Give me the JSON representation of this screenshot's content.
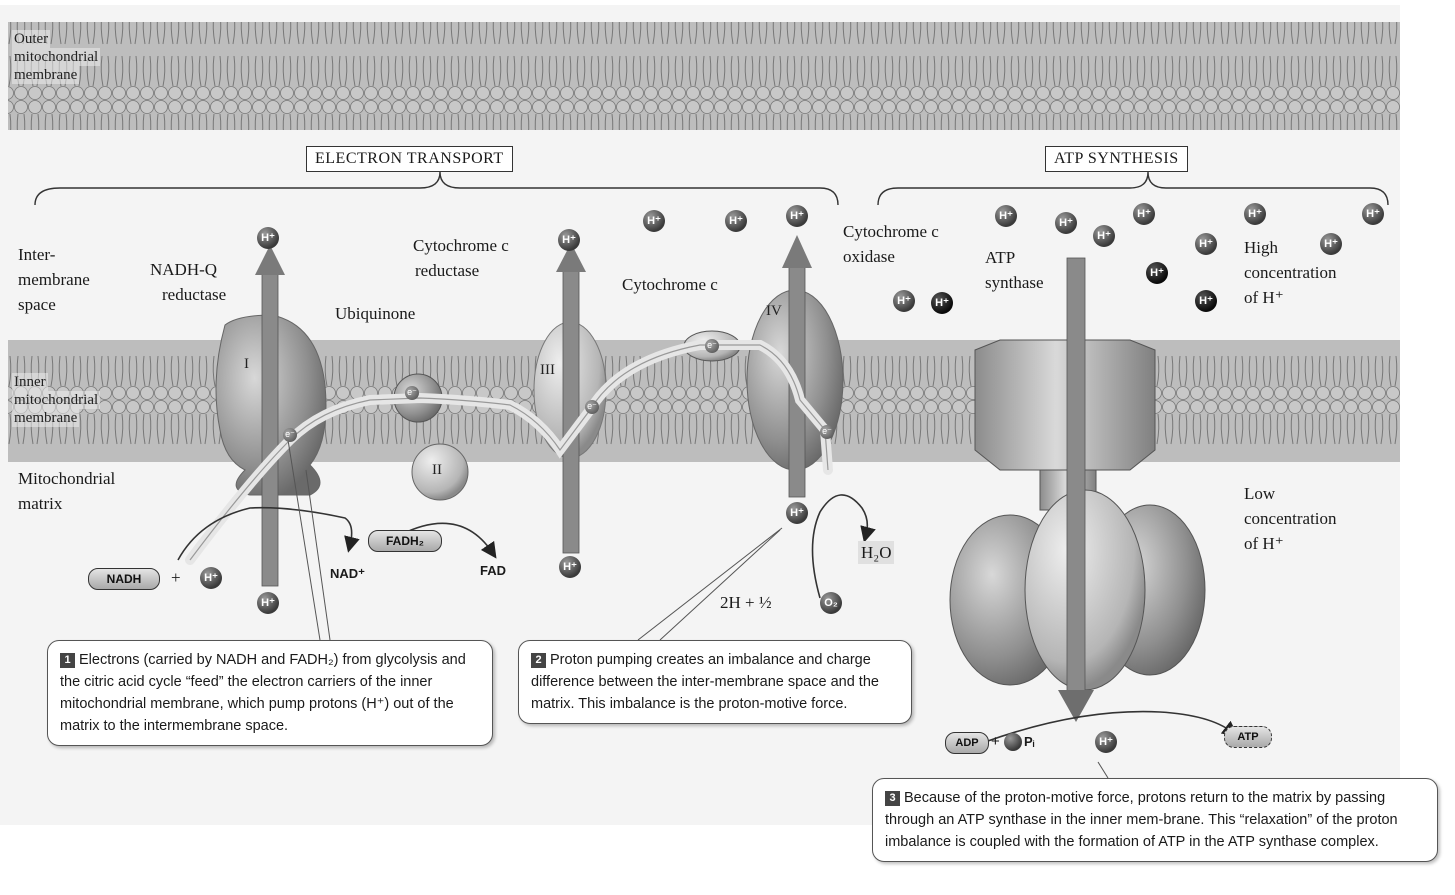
{
  "labels": {
    "outer_membrane": [
      "Outer",
      "mitochondrial",
      "membrane"
    ],
    "inner_membrane": [
      "Inner",
      "mitochondrial",
      "membrane"
    ],
    "intermembrane_space": [
      "Inter-",
      "membrane",
      "space"
    ],
    "matrix": [
      "Mitochondrial",
      "matrix"
    ],
    "electron_transport": "ELECTRON TRANSPORT",
    "atp_synthesis": "ATP SYNTHESIS",
    "nadh_q": [
      "NADH-Q",
      "reductase"
    ],
    "ubiquinone": "Ubiquinone",
    "cyt_c_reductase": [
      "Cytochrome c",
      "reductase"
    ],
    "cyt_c": "Cytochrome c",
    "cyt_c_oxidase": [
      "Cytochrome c",
      "oxidase"
    ],
    "atp_synthase": [
      "ATP",
      "synthase"
    ],
    "high_conc": [
      "High",
      "concentration",
      "of H⁺"
    ],
    "low_conc": [
      "Low",
      "concentration",
      "of H⁺"
    ],
    "complex_I": "I",
    "complex_II": "II",
    "complex_III": "III",
    "complex_IV": "IV"
  },
  "molecules": {
    "nadh": "NADH",
    "nad": "NAD⁺",
    "fadh2": "FADH₂",
    "fad": "FAD",
    "h2o": "H₂O",
    "o2": "O₂",
    "two_h_half": "2H + ½",
    "adp": "ADP",
    "plus_pi": "+",
    "pi": "Pᵢ",
    "atp": "ATP",
    "plus": "+",
    "proton": "H⁺",
    "electron": "e⁻"
  },
  "callouts": {
    "c1_num": "1",
    "c1_text": "Electrons (carried by NADH and FADH₂) from glycolysis and the citric acid cycle “feed” the electron carriers of the inner mitochondrial membrane, which pump protons (H⁺) out of the matrix to the intermembrane space.",
    "c2_num": "2",
    "c2_text": "Proton pumping creates an imbalance and charge difference between the inter-membrane space and the matrix. This imbalance is the proton-motive force.",
    "c3_num": "3",
    "c3_text": "Because of the proton-motive force, protons return to the matrix by passing through an ATP synthase in the inner mem-brane. This “relaxation” of the proton imbalance is coupled with the formation of ATP in the ATP synthase complex."
  },
  "colors": {
    "membrane": "#bcbcbc",
    "protein": "#8c8c8c",
    "arrow": "#6e6e6e",
    "proton": "#3a3a3a"
  }
}
